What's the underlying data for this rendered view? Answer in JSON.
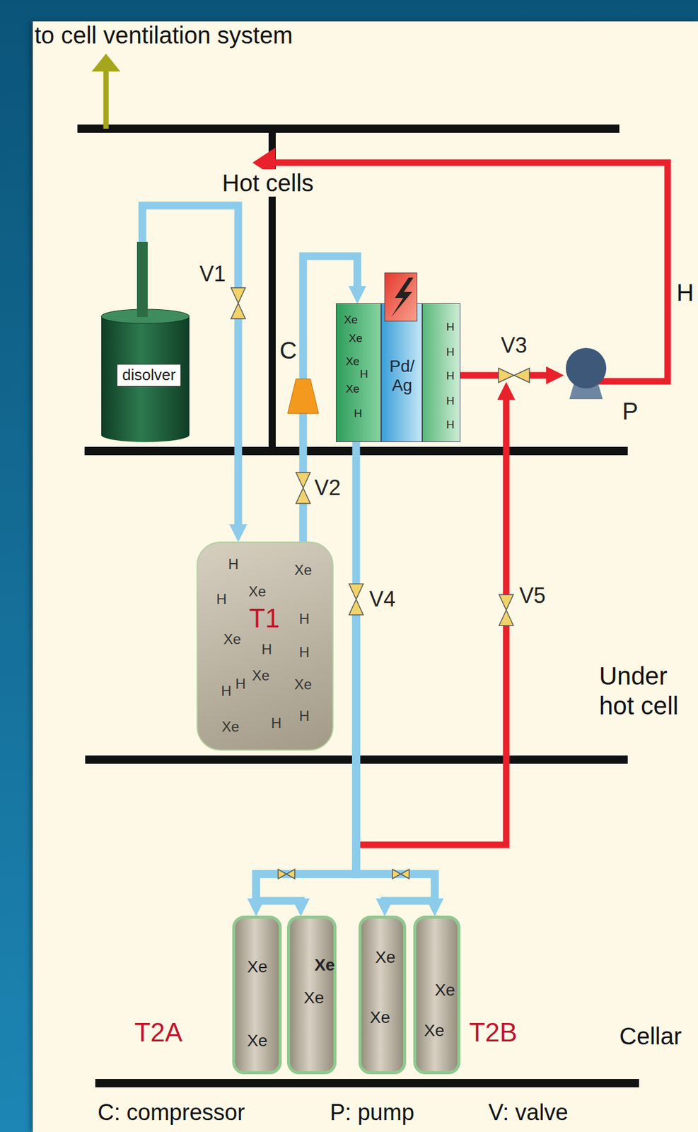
{
  "diagram": {
    "nodes": [
      {
        "text": [
          "disolver"
        ]
      },
      {
        "text": [
          "V1"
        ]
      },
      {
        "text": [
          "C"
        ]
      },
      {
        "text": [
          "Xe",
          "Xe",
          "Xe",
          "H",
          "Xe",
          "H"
        ]
      },
      {
        "text": [
          "Pd/ Ag"
        ]
      },
      {
        "text": [
          "H",
          "H",
          "H",
          "H",
          "H"
        ]
      },
      {
        "text": [
          "V3"
        ]
      },
      {
        "text": [
          "P"
        ]
      },
      {
        "text": [
          "V2"
        ]
      },
      {
        "text": [
          "H",
          "Xe",
          "H",
          "Xe",
          "T1",
          "H",
          "Xe",
          "H",
          "H",
          "H",
          "H",
          "Xe",
          "Xe",
          "Xe",
          "H",
          "H"
        ]
      },
      {
        "text": [
          "V4"
        ]
      },
      {
        "text": [
          "V5"
        ]
      },
      {
        "text": [
          "Xe",
          "Xe"
        ]
      },
      {
        "text": [
          "Xe",
          "Xe"
        ]
      },
      {
        "text": [
          "Xe",
          "Xe"
        ]
      },
      {
        "text": [
          "Xe",
          "Xe"
        ]
      }
    ],
    "edges": [
      {
        "from": 0,
        "to": 1,
        "arrow": "none"
      },
      {
        "from": 1,
        "to": 9,
        "arrow": "to"
      },
      {
        "from": 9,
        "to": 8,
        "arrow": "none"
      },
      {
        "from": 8,
        "to": 2,
        "arrow": "none"
      },
      {
        "from": 2,
        "to": 3,
        "arrow": "to"
      },
      {
        "from": 3,
        "to": 10,
        "arrow": "none"
      },
      {
        "from": 10,
        "to": 12,
        "arrow": "to"
      },
      {
        "from": 10,
        "to": 13,
        "arrow": "to"
      },
      {
        "from": 10,
        "to": 14,
        "arrow": "to"
      },
      {
        "from": 10,
        "to": 15,
        "arrow": "to"
      },
      {
        "from": 5,
        "to": 6,
        "arrow": "none"
      },
      {
        "from": 6,
        "to": 7,
        "arrow": "to"
      },
      {
        "from": 11,
        "to": 6,
        "arrow": "to"
      }
    ],
    "labels": [
      "to cell ventilation system",
      "Hot cells",
      "H",
      "Under hot cell",
      "T2A",
      "T2B",
      "Cellar"
    ],
    "legend": [
      {
        "text": "C: compressor"
      },
      {
        "text": "P: pump"
      },
      {
        "text": "V: valve"
      }
    ]
  }
}
